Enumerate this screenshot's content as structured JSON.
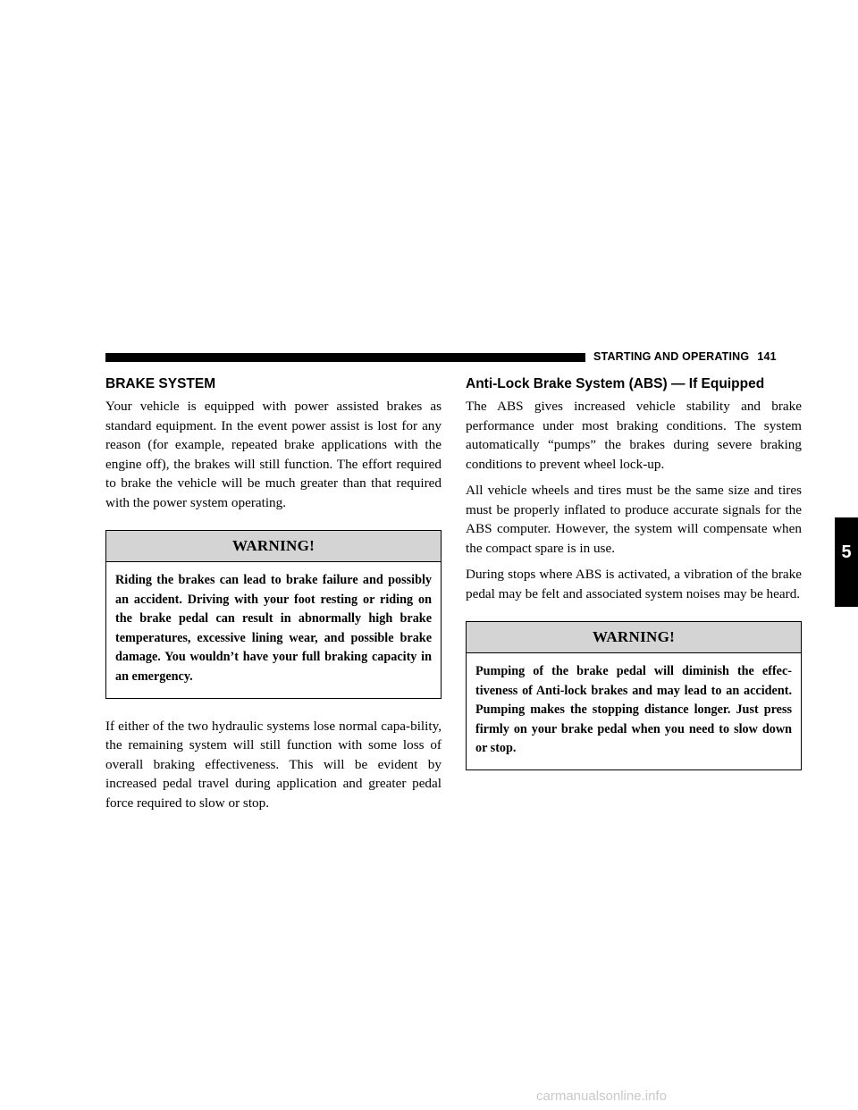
{
  "header": {
    "section_title": "STARTING AND OPERATING",
    "page_number": "141"
  },
  "left_column": {
    "heading": "BRAKE SYSTEM",
    "para1": "Your vehicle is equipped with power assisted brakes as standard equipment. In the event power assist is lost for any reason (for example, repeated brake applications with the engine off), the brakes will still function. The effort required to brake the vehicle will be much greater than that required with the power system operating.",
    "warning": {
      "title": "WARNING!",
      "text": "Riding the brakes can lead to brake failure and possibly an accident. Driving with your foot resting or riding on the brake pedal can result in abnormally high brake temperatures, excessive lining wear, and possible brake damage. You wouldn’t have your full braking capacity in an emergency."
    },
    "para2": "If either of the two hydraulic systems lose normal capa-bility, the remaining system will still function with some loss of overall braking effectiveness. This will be evident by increased pedal travel during application and greater pedal force required to slow or stop."
  },
  "right_column": {
    "heading": "Anti-Lock Brake System (ABS) — If Equipped",
    "para1": "The ABS gives increased vehicle stability and brake performance under most braking conditions. The system automatically “pumps” the brakes during severe braking conditions to prevent wheel lock-up.",
    "para2": "All vehicle wheels and tires must be the same size and tires must be properly inflated to produce accurate signals for the ABS computer. However, the system will compensate when the compact spare is in use.",
    "para3": "During stops where ABS is activated, a vibration of the brake pedal may be felt and associated system noises may be heard.",
    "warning": {
      "title": "WARNING!",
      "text": "Pumping of the brake pedal will diminish the effec-tiveness of Anti-lock brakes and may lead to an accident. Pumping makes the stopping distance longer. Just press firmly on your brake pedal when you need to slow down or stop."
    }
  },
  "chapter_tab": "5",
  "watermark": "carmanualsonline.info"
}
